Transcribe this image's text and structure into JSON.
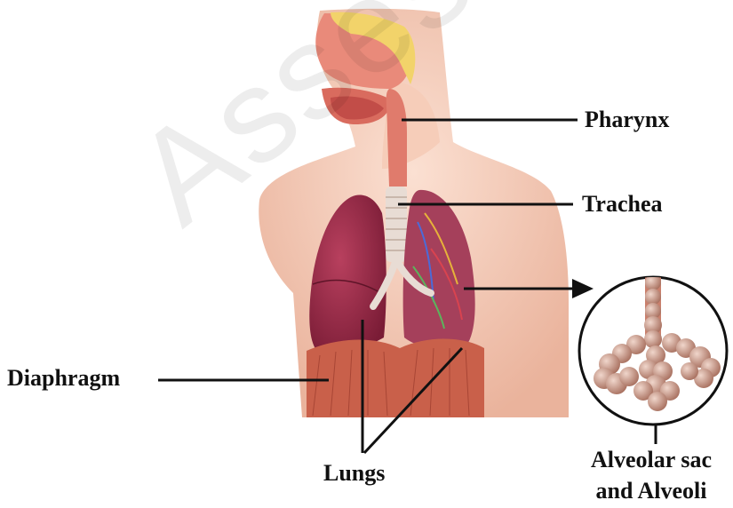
{
  "labels": {
    "pharynx": "Pharynx",
    "trachea": "Trachea",
    "diaphragm": "Diaphragm",
    "lungs": "Lungs",
    "alveolar_line1": "Alveolar sac",
    "alveolar_line2": "and Alveoli"
  },
  "watermark": "Assess",
  "colors": {
    "skin": "#f3c7b3",
    "lung": "#8e2440",
    "muscle": "#c9604a",
    "trachea": "#e8dcd4",
    "airway": "#c9806d",
    "alveoli": "#c99a8a",
    "line": "#111111"
  }
}
